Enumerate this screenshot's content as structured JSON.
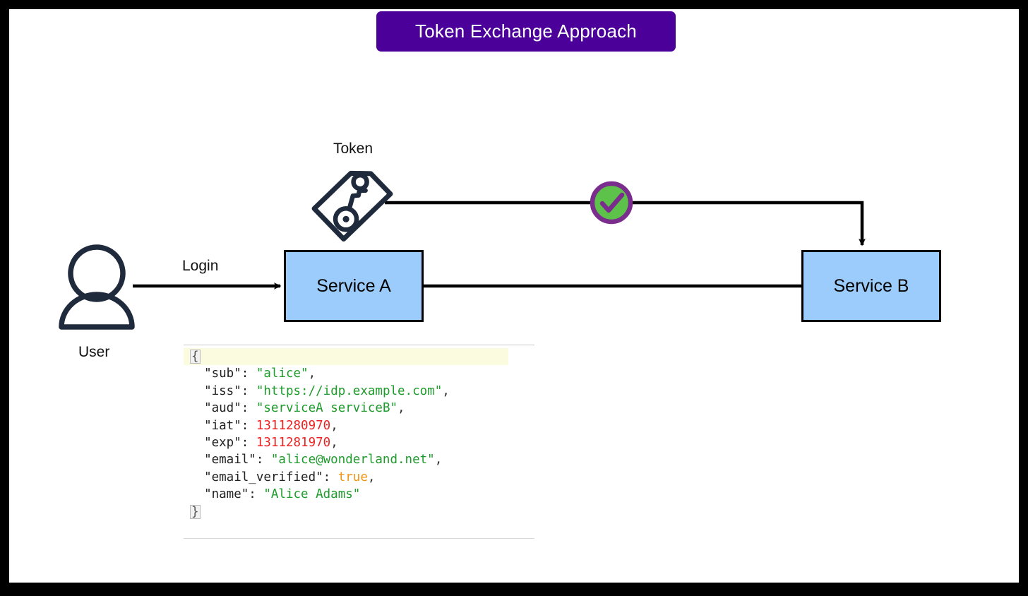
{
  "header": {
    "title": "Token Exchange Approach",
    "banner_color": "#4b0099",
    "text_color": "#ffffff"
  },
  "diagram": {
    "actor": {
      "name": "user-actor",
      "label": "User",
      "icon": "person-icon",
      "color": "#1f2a3c"
    },
    "token": {
      "label": "Token",
      "icon": "tag-key-icon",
      "color": "#1f2a3c"
    },
    "validation_badge": {
      "icon": "check-circle-icon",
      "ring_color": "#7b2d8e",
      "fill_color": "#5cc24a",
      "check_color": "#7b2d8e"
    },
    "nodes": [
      {
        "id": "service-a",
        "label": "Service A",
        "fill": "#9bccfc",
        "stroke": "#000000"
      },
      {
        "id": "service-b",
        "label": "Service B",
        "fill": "#9bccfc",
        "stroke": "#000000"
      }
    ],
    "edges": [
      {
        "id": "login-edge",
        "label": "Login",
        "from": "user-actor",
        "to": "service-a",
        "arrow": true
      },
      {
        "id": "token-edge",
        "label": "",
        "from": "token",
        "to": "service-b",
        "arrow": true
      },
      {
        "id": "service-a-to-b-edge",
        "label": "",
        "from": "service-a",
        "to": "service-b",
        "arrow": false
      }
    ]
  },
  "code_block": {
    "annotation_arrow": "aud-callout-arrow",
    "annotation_color": "#777777",
    "lines": [
      {
        "highlight": true,
        "tokens": [
          {
            "t": "brace",
            "v": "{"
          }
        ]
      },
      {
        "highlight": false,
        "tokens": [
          {
            "t": "key",
            "v": "  \"sub\":"
          },
          {
            "t": "str",
            "v": " \"alice\""
          },
          {
            "t": "punc",
            "v": ","
          }
        ]
      },
      {
        "highlight": false,
        "tokens": [
          {
            "t": "key",
            "v": "  \"iss\":"
          },
          {
            "t": "str",
            "v": " \"https://idp.example.com\""
          },
          {
            "t": "punc",
            "v": ","
          }
        ]
      },
      {
        "highlight": false,
        "tokens": [
          {
            "t": "key",
            "v": "  \"aud\":"
          },
          {
            "t": "str",
            "v": " \"serviceA serviceB\""
          },
          {
            "t": "punc",
            "v": ","
          }
        ]
      },
      {
        "highlight": false,
        "tokens": [
          {
            "t": "key",
            "v": "  \"iat\":"
          },
          {
            "t": "num",
            "v": " 1311280970"
          },
          {
            "t": "punc",
            "v": ","
          }
        ]
      },
      {
        "highlight": false,
        "tokens": [
          {
            "t": "key",
            "v": "  \"exp\":"
          },
          {
            "t": "num",
            "v": " 1311281970"
          },
          {
            "t": "punc",
            "v": ","
          }
        ]
      },
      {
        "highlight": false,
        "tokens": [
          {
            "t": "key",
            "v": "  \"email\":"
          },
          {
            "t": "str",
            "v": " \"alice@wonderland.net\""
          },
          {
            "t": "punc",
            "v": ","
          }
        ]
      },
      {
        "highlight": false,
        "tokens": [
          {
            "t": "key",
            "v": "  \"email_verified\":"
          },
          {
            "t": "bool",
            "v": " true"
          },
          {
            "t": "punc",
            "v": ","
          }
        ]
      },
      {
        "highlight": false,
        "tokens": [
          {
            "t": "key",
            "v": "  \"name\":"
          },
          {
            "t": "str",
            "v": " \"Alice Adams\""
          }
        ]
      },
      {
        "highlight": false,
        "tokens": [
          {
            "t": "brace",
            "v": "}"
          }
        ]
      }
    ]
  }
}
